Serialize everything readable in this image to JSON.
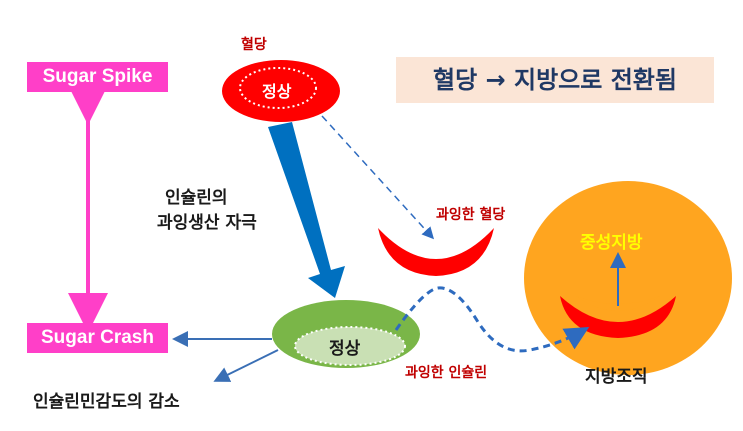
{
  "title": "혈당 → 지방으로 전환됨",
  "sugar_spike": "Sugar Spike",
  "sugar_crash": "Sugar Crash",
  "blood_sugar_label": "혈당",
  "normal_top": "정상",
  "normal_bottom": "정상",
  "insulin_over_line1": "인슐린의",
  "insulin_over_line2": "과잉생산 자극",
  "excess_blood_sugar": "과잉한 혈당",
  "excess_insulin": "과잉한 인슐린",
  "neutral_fat": "중성지방",
  "fat_tissue": "지방조직",
  "insulin_sensitivity_down": "인슐린민감도의 감소",
  "colors": {
    "pink": "#ff3fc8",
    "red": "#ff0000",
    "green": "#7ab648",
    "orange": "#ffa51f",
    "blue_arrow": "#0070c0",
    "title_bg": "#fbe5d6",
    "neutral_fat_text": "#ffff00"
  }
}
